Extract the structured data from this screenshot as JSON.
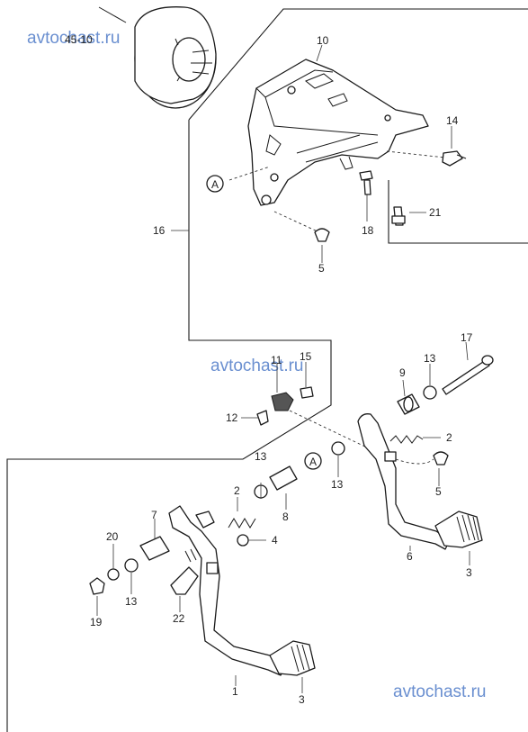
{
  "watermarks": [
    "avtochast.ru",
    "avtochast.ru",
    "avtochast.ru"
  ],
  "booster_text": "45-10",
  "ref_marker": "A",
  "callouts": {
    "p1": "1",
    "p2a": "2",
    "p2b": "2",
    "p3a": "3",
    "p3b": "3",
    "p4": "4",
    "p5a": "5",
    "p5b": "5",
    "p6": "6",
    "p7": "7",
    "p8": "8",
    "p9": "9",
    "p10": "10",
    "p11": "11",
    "p12": "12",
    "p13a": "13",
    "p13b": "13",
    "p13c": "13",
    "p13d": "13",
    "p14": "14",
    "p15": "15",
    "p16": "16",
    "p17": "17",
    "p18": "18",
    "p19": "19",
    "p20": "20",
    "p21": "21",
    "p22": "22"
  }
}
